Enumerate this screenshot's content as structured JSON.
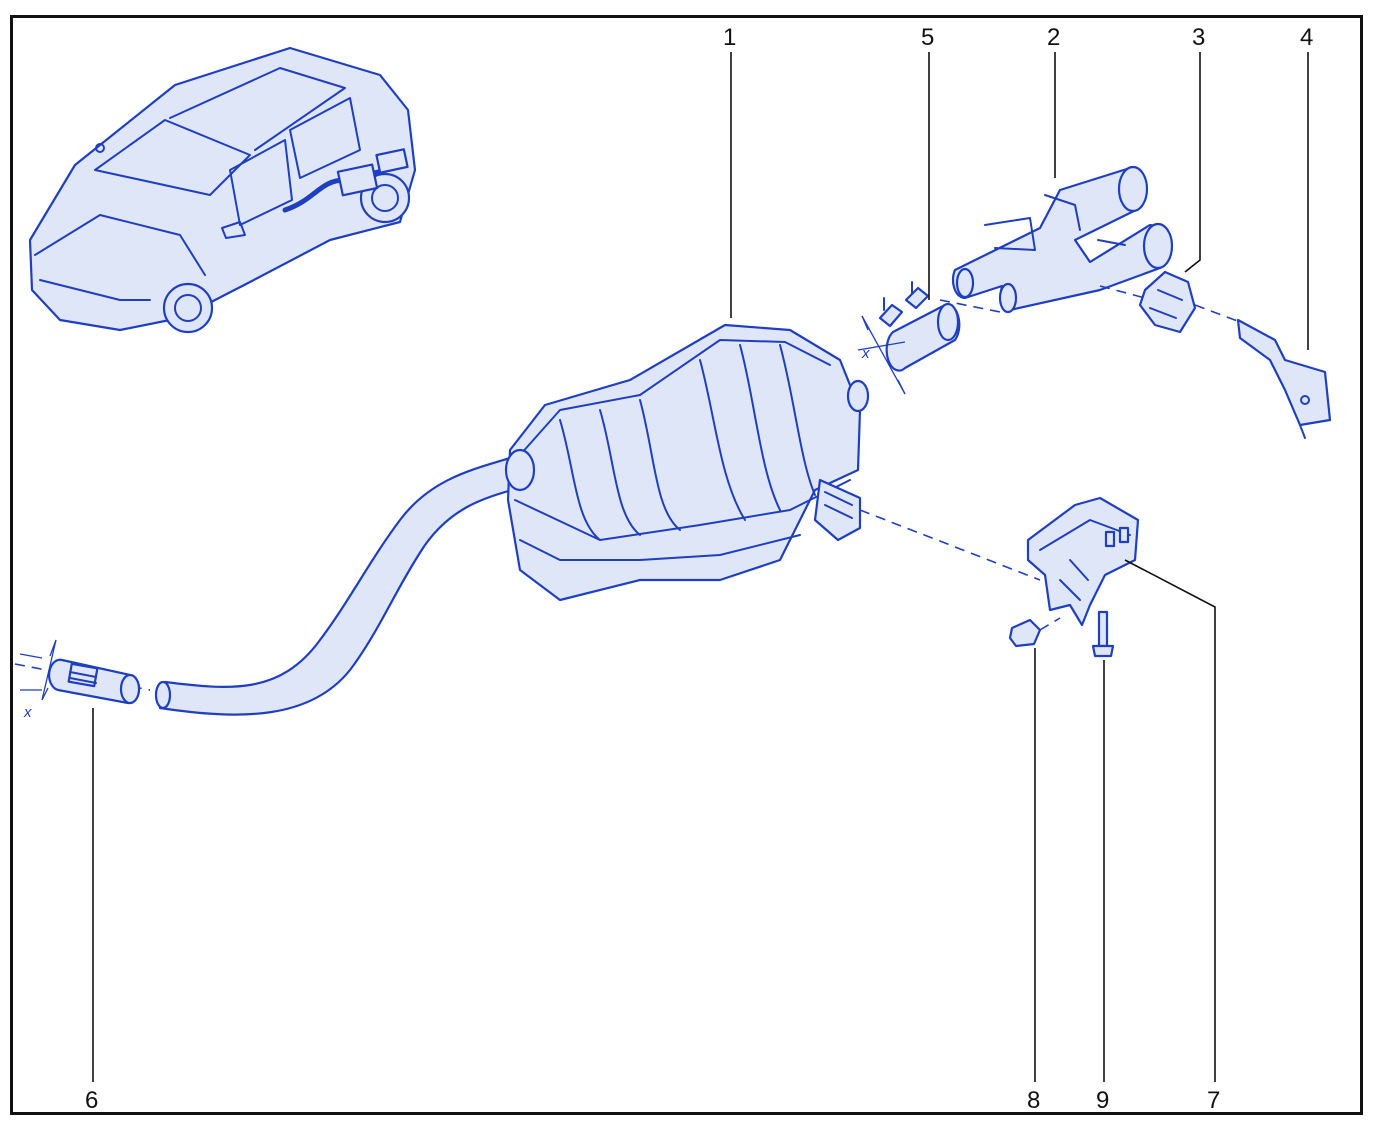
{
  "diagram": {
    "callouts": [
      "1",
      "2",
      "3",
      "4",
      "5",
      "6",
      "7",
      "8",
      "9"
    ],
    "dimension_label": "x",
    "colors": {
      "line": "#1f3fbf",
      "fill": "#dfe6f8",
      "text": "#111111",
      "frame": "#111111"
    }
  }
}
